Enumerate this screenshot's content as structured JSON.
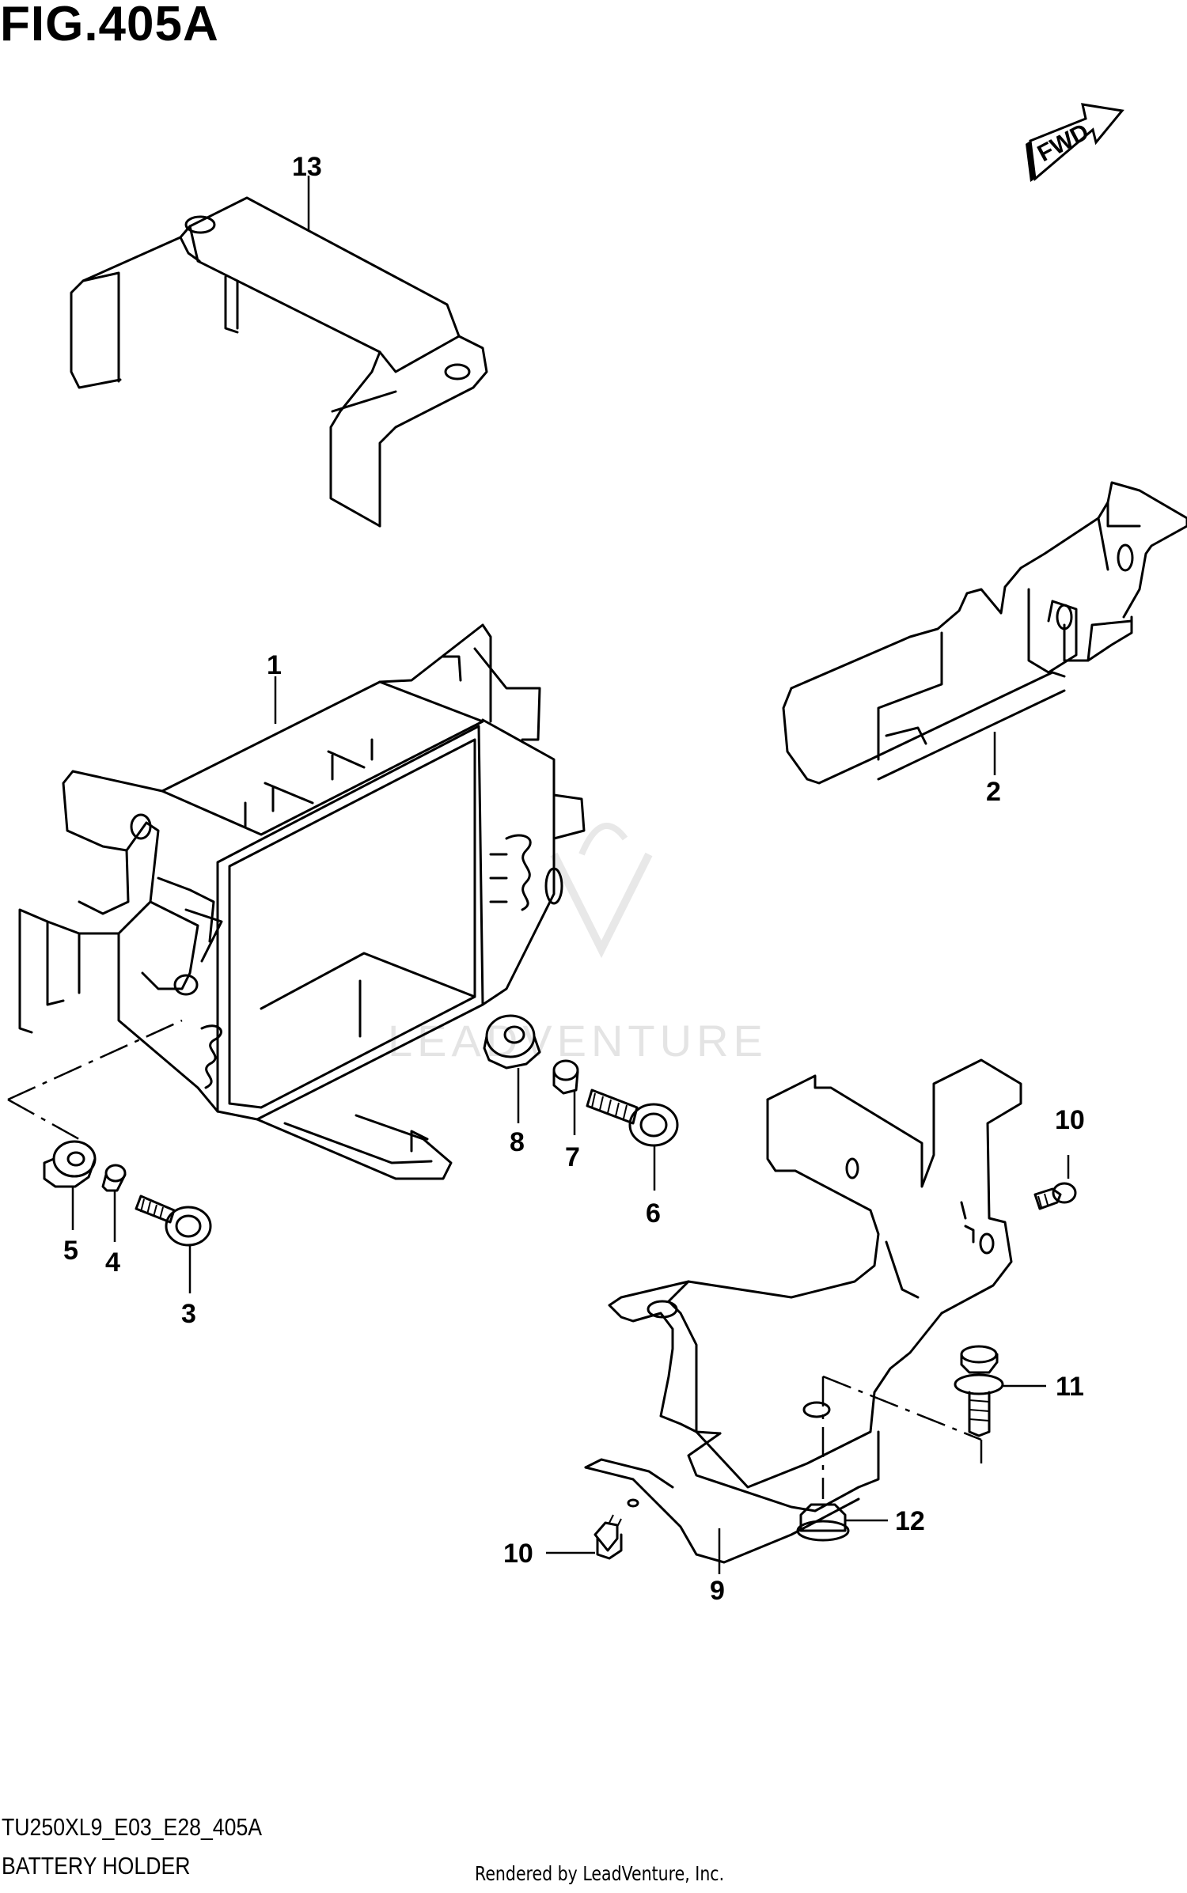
{
  "figure": {
    "title": "FIG.405A",
    "code": "TU250XL9_E03_E28_405A",
    "subtitle": "BATTERY HOLDER",
    "fwd_label": "FWD",
    "watermark": "LEADVENTURE",
    "credit": "Rendered by LeadVenture, Inc."
  },
  "callouts": [
    {
      "id": "13",
      "label": "13"
    },
    {
      "id": "1",
      "label": "1"
    },
    {
      "id": "2",
      "label": "2"
    },
    {
      "id": "8",
      "label": "8"
    },
    {
      "id": "7",
      "label": "7"
    },
    {
      "id": "6",
      "label": "6"
    },
    {
      "id": "10a",
      "label": "10"
    },
    {
      "id": "5",
      "label": "5"
    },
    {
      "id": "4",
      "label": "4"
    },
    {
      "id": "3",
      "label": "3"
    },
    {
      "id": "11",
      "label": "11"
    },
    {
      "id": "12",
      "label": "12"
    },
    {
      "id": "10b",
      "label": "10"
    },
    {
      "id": "9",
      "label": "9"
    }
  ]
}
